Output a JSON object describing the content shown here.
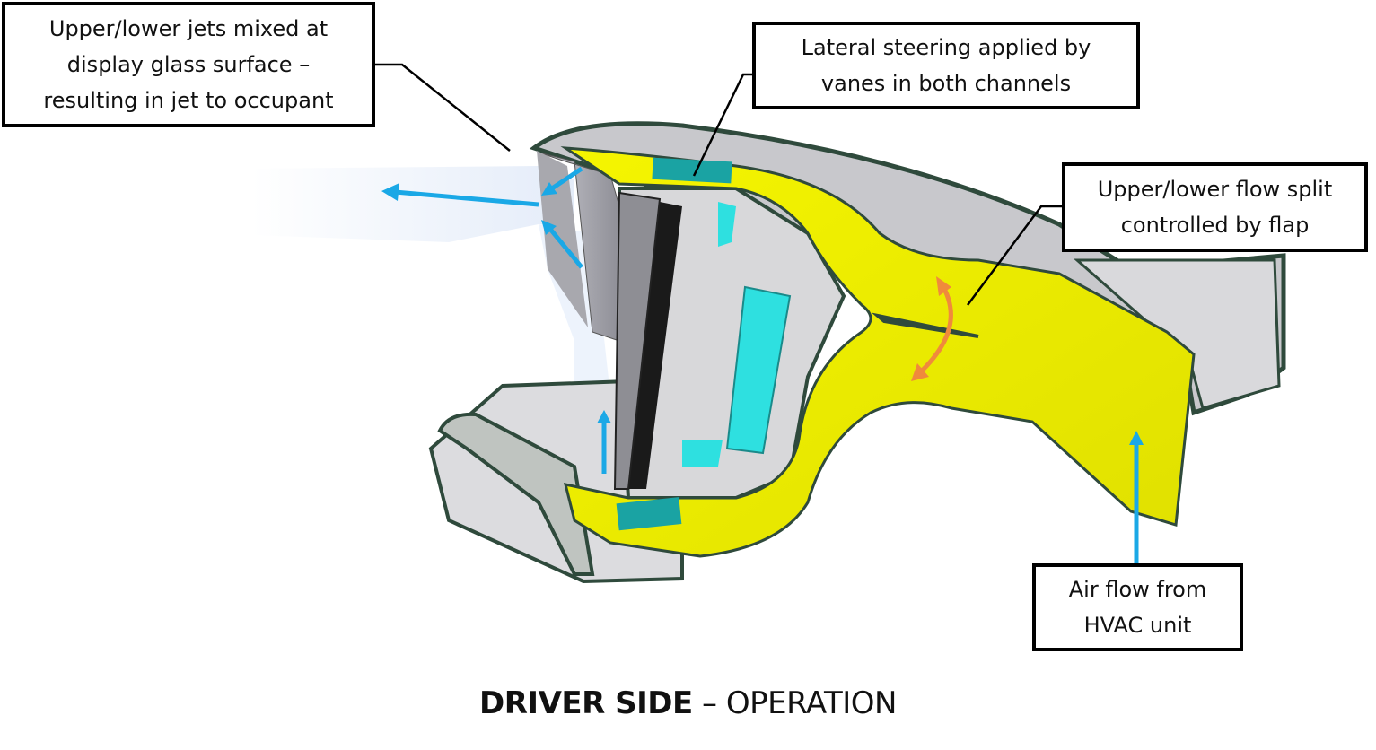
{
  "diagram": {
    "title": "Driver side airflow operation cross-section",
    "colors": {
      "duct_yellow": "#f2f200",
      "duct_outline": "#2f4a3c",
      "vane_teal": "#1aa3a3",
      "vane_cyan": "#2ee0e0",
      "flow_arrow_blue": "#1aa8e6",
      "flap_arrow_orange": "#f08a3c",
      "housing_grey": "#a8a8ae",
      "mist_blue": "#e6eefb"
    },
    "callouts": [
      {
        "id": "mixed-jets",
        "lines": [
          "Upper/lower jets mixed at",
          "display glass surface –",
          "resulting in jet to occupant"
        ]
      },
      {
        "id": "lateral-steering",
        "lines": [
          "Lateral steering applied by",
          "vanes in both channels"
        ]
      },
      {
        "id": "flow-split",
        "lines": [
          "Upper/lower flow split",
          "controlled by flap"
        ]
      },
      {
        "id": "hvac-airflow",
        "lines": [
          "Air flow from",
          "HVAC unit"
        ]
      }
    ],
    "caption": {
      "bold": "DRIVER SIDE",
      "separator": " – ",
      "regular": "OPERATION"
    }
  }
}
